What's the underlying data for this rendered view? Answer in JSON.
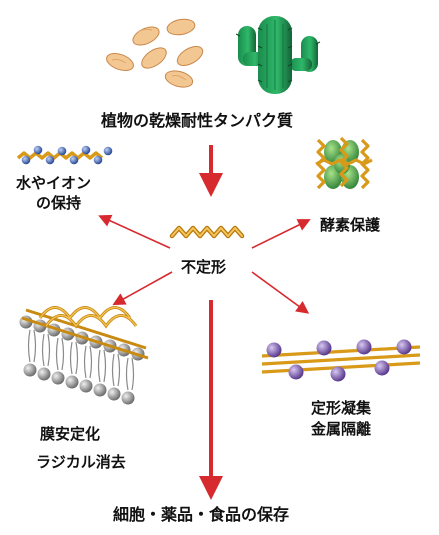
{
  "colors": {
    "arrow": "#d72a2e",
    "seed_fill": "#f3c792",
    "seed_stroke": "#c9874b",
    "cactus_dark": "#166b3f",
    "cactus_mid": "#21a05c",
    "chain": "#d99a1a",
    "chain_light": "#f4c55a",
    "enzyme_green": "#3aa047",
    "bead_blue": "#3a5fb0",
    "bead_purple": "#6d4fa1",
    "membrane_gray": "#8a8a8a"
  },
  "labels": {
    "source": "植物の乾燥耐性タンパク質",
    "center": "不定形",
    "water_line1": "水やイオン",
    "water_line2": "の保持",
    "enzyme": "酵素保護",
    "membrane_line1": "膜安定化",
    "membrane_line2": "ラジカル消去",
    "metal_line1": "定形凝集",
    "metal_line2": "金属隔離",
    "outcome": "細胞・薬品・食品の保存"
  },
  "icons": {
    "seeds": "seeds-icon",
    "cactus": "cactus-icon",
    "protein": "disordered-protein-icon",
    "water": "water-ion-chain-icon",
    "enzyme": "enzyme-protection-icon",
    "membrane": "membrane-icon",
    "metal": "metal-aggregate-icon"
  }
}
